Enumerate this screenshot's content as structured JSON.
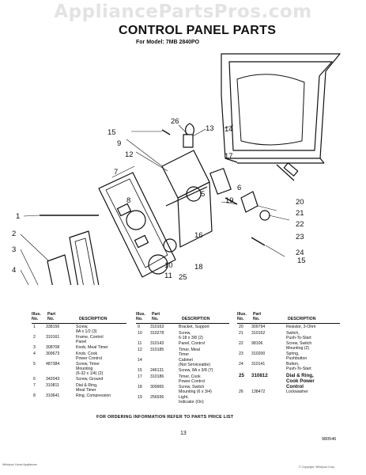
{
  "watermark": "AppliancePartsPros.com",
  "title": "CONTROL PANEL PARTS",
  "model_line": "For Model: 7MB 2840PO",
  "callouts": [
    "1",
    "2",
    "3",
    "4",
    "5",
    "6",
    "7",
    "8",
    "9",
    "10",
    "11",
    "12",
    "13",
    "14",
    "15",
    "15",
    "16",
    "17",
    "18",
    "19",
    "20",
    "21",
    "22",
    "23",
    "24",
    "25",
    "26"
  ],
  "table_headers": {
    "illus": "Illus.\nNo.",
    "part": "Part\nNo.",
    "description": "DESCRIPTION"
  },
  "parts_col1": [
    {
      "illus": "1",
      "part": "338156",
      "desc": "Screw,\n8A x 1/2 (3)"
    },
    {
      "illus": "2",
      "part": "310161",
      "desc": "Frame, Control\nPanel"
    },
    {
      "illus": "3",
      "part": "308708",
      "desc": "Knob, Meal Timer"
    },
    {
      "illus": "4",
      "part": "309673",
      "desc": "Knob, Cook\nPower Control"
    },
    {
      "illus": "5",
      "part": "487384",
      "desc": "Screw, Timer\nMounting\n(6-32 x 1/4) (2)"
    },
    {
      "illus": "6",
      "part": "342043",
      "desc": "Screw, Ground"
    },
    {
      "illus": "7",
      "part": "310811",
      "desc": "Dial & Ring,\nMeal Timer"
    },
    {
      "illus": "8",
      "part": "310641",
      "desc": "Ring, Compression"
    }
  ],
  "parts_col2": [
    {
      "illus": "9",
      "part": "310163",
      "desc": "Bracket, Support"
    },
    {
      "illus": "10",
      "part": "310278",
      "desc": "Screw,\n6-18 x 3/8 (2)"
    },
    {
      "illus": "11",
      "part": "310143",
      "desc": "Panel, Control"
    },
    {
      "illus": "12",
      "part": "310185",
      "desc": "Timer, Meal\nTimer"
    },
    {
      "illus": "14",
      "part": "",
      "desc": "Cabinet\n(Not Serviceable)"
    },
    {
      "illus": "15",
      "part": "246131",
      "desc": "Screw, 8A x 3/8 (7)"
    },
    {
      "illus": "17",
      "part": "310186",
      "desc": "Timer, Cook\nPower Control"
    },
    {
      "illus": "18",
      "part": "309965",
      "desc": "Screw, Switch\nMounting (6 x 3/4)"
    },
    {
      "illus": "19",
      "part": "256936",
      "desc": "Light,\nIndicator (On)"
    }
  ],
  "parts_col3": [
    {
      "illus": "20",
      "part": "309794",
      "desc": "Resistor, 3-Ohm",
      "big": false
    },
    {
      "illus": "21",
      "part": "310162",
      "desc": "Switch,\nPush-To-Start",
      "big": false
    },
    {
      "illus": "22",
      "part": "98106",
      "desc": "Screw, Switch\nMounting (2)",
      "big": false
    },
    {
      "illus": "23",
      "part": "310200",
      "desc": "Spring,\nPushbutton",
      "big": false
    },
    {
      "illus": "24",
      "part": "310141",
      "desc": "Button,\nPush-To-Start",
      "big": false
    },
    {
      "illus": "25",
      "part": "310812",
      "desc": "Dial & Ring,\nCook Power\nControl",
      "big": true
    },
    {
      "illus": "26",
      "part": "138472",
      "desc": "Lockwasher",
      "big": false
    }
  ],
  "footer_note": "FOR ORDERING INFORMATION REFER TO PARTS PRICE LIST",
  "page_number": "13",
  "doc_number": "980546",
  "corner_left": "Whirlpool Home Appliances",
  "corner_right": "© Copyright, Whirlpool Corp."
}
